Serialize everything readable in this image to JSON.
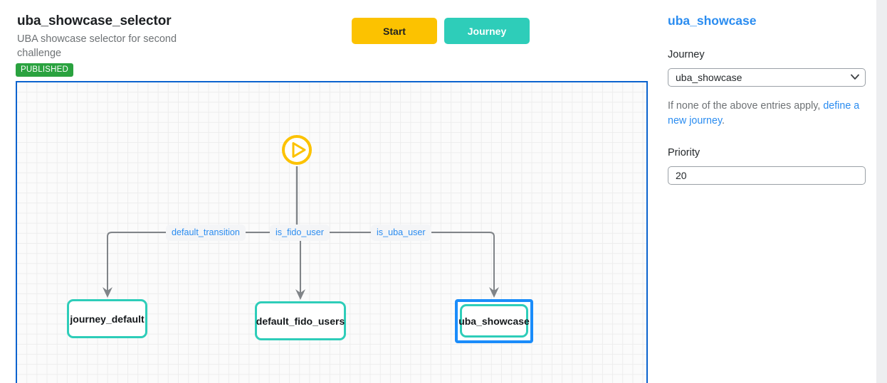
{
  "header": {
    "title": "uba_showcase_selector",
    "subtitle": "UBA showcase selector for second challenge",
    "status": "PUBLISHED",
    "status_color": "#2aa23f"
  },
  "toolbar": {
    "start_label": "Start",
    "journey_label": "Journey",
    "start_color": "#fcc200",
    "journey_color": "#2ecdb9"
  },
  "canvas": {
    "border_color": "#0b63ce",
    "node_border_color": "#2ecdb9",
    "selection_color": "#1a8cfa",
    "start_node_color": "#fcc200",
    "edge_color": "#808488",
    "edge_label_color": "#2a8cf0",
    "start_node": "start-node",
    "edges": [
      {
        "label": "default_transition"
      },
      {
        "label": "is_fido_user"
      },
      {
        "label": "is_uba_user"
      }
    ],
    "nodes": [
      {
        "label": "journey_default",
        "selected": false
      },
      {
        "label": "default_fido_users",
        "selected": false
      },
      {
        "label": "uba_showcase",
        "selected": true
      }
    ]
  },
  "sidebar": {
    "title": "uba_showcase",
    "title_color": "#2a8cf0",
    "journey_label": "Journey",
    "journey_value": "uba_showcase",
    "journey_options": [
      "uba_showcase"
    ],
    "hint_prefix": "If none of the above entries apply, ",
    "hint_link": "define a new journey",
    "hint_suffix": ".",
    "priority_label": "Priority",
    "priority_value": "20",
    "chevron": "chevron-down-icon"
  }
}
